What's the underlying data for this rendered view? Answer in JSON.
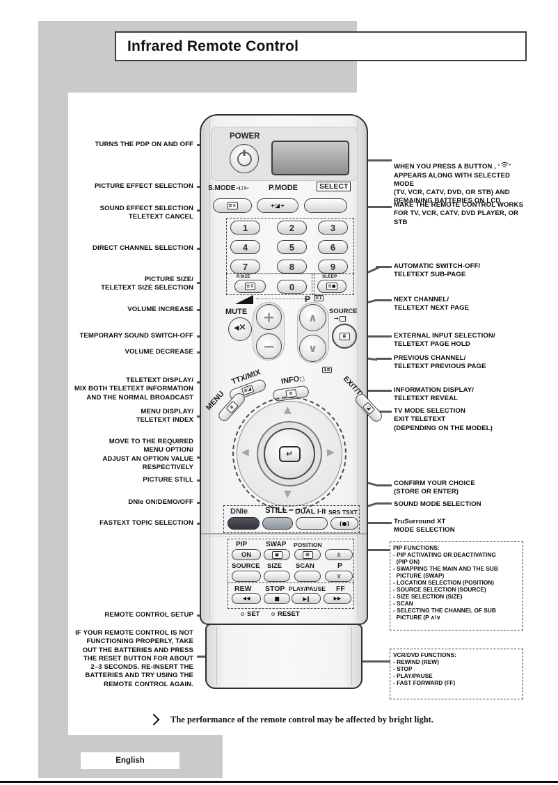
{
  "page": {
    "title": "Infrared Remote Control",
    "note": "The performance of the remote control may be affected by bright light.",
    "footer_lang": "English"
  },
  "left_labels": [
    {
      "text": "TURNS THE PDP ON AND OFF"
    },
    {
      "text": "PICTURE EFFECT SELECTION"
    },
    {
      "text": "SOUND EFFECT SELECTION\nTELETEXT CANCEL"
    },
    {
      "text": "DIRECT CHANNEL SELECTION"
    },
    {
      "text": "PICTURE SIZE/\nTELETEXT SIZE SELECTION"
    },
    {
      "text": "VOLUME INCREASE"
    },
    {
      "text": "TEMPORARY SOUND SWITCH-OFF"
    },
    {
      "text": "VOLUME DECREASE"
    },
    {
      "text": "TELETEXT DISPLAY/\nMIX BOTH TELETEXT INFORMATION\nAND THE NORMAL BROADCAST"
    },
    {
      "text": "MENU DISPLAY/\nTELETEXT INDEX"
    },
    {
      "text": "MOVE TO THE REQUIRED\nMENU OPTION/\nADJUST AN OPTION VALUE\nRESPECTIVELY"
    },
    {
      "text": "PICTURE STILL"
    },
    {
      "text": "DNIe ON/DEMO/OFF"
    },
    {
      "text": "FASTEXT TOPIC SELECTION"
    },
    {
      "text": "REMOTE CONTROL SETUP"
    },
    {
      "text": "IF YOUR REMOTE CONTROL IS NOT\nFUNCTIONING PROPERLY, TAKE\nOUT THE BATTERIES AND PRESS\nTHE RESET BUTTON FOR ABOUT\n2–3 SECONDS. RE-INSERT THE\nBATTERIES AND TRY  USING THE\nREMOTE CONTROL AGAIN."
    }
  ],
  "right_labels": {
    "r0_line1": "WHEN YOU PRESS A BUTTON , ‘",
    "r0_suffix": "’",
    "r0_rest": "APPEARS ALONG WITH SELECTED MODE\n(TV, VCR, CATV, DVD, OR STB) AND\nREMAINING BATTERIES ON LCD",
    "r1": "MAKE THE REMOTE CONTROL WORKS\nFOR TV, VCR, CATV, DVD PLAYER, OR\nSTB",
    "r2": "AUTOMATIC SWITCH-OFF/\nTELETEXT SUB-PAGE",
    "r3": "NEXT CHANNEL/\nTELETEXT NEXT PAGE",
    "r4": "EXTERNAL INPUT SELECTION/\nTELETEXT PAGE HOLD",
    "r5": "PREVIOUS CHANNEL/\nTELETEXT PREVIOUS PAGE",
    "r6": "INFORMATION DISPLAY/\nTELETEXT REVEAL",
    "r7": "TV MODE SELECTION\nEXIT TELETEXT\n(DEPENDING ON THE MODEL)",
    "r8": "CONFIRM YOUR CHOICE\n(STORE OR ENTER)",
    "r9": "SOUND MODE SELECTION",
    "r10": "TruSurround XT\nMODE SELECTION"
  },
  "boxes": {
    "pip": {
      "title": "PIP FUNCTIONS:",
      "body": "- PIP ACTIVATING OR DEACTIVATING\n  (PIP ON)\n- SWAPPING THE MAIN AND THE SUB\n  PICTURE (SWAP)\n- LOCATION SELECTION (POSITION)\n- SOURCE SELECTION (SOURCE)\n- SIZE SELECTION (SIZE)\n- SCAN\n- SELECTING THE CHANNEL OF SUB\n  PICTURE (P ∧/∨"
    },
    "vcr": {
      "title": "VCR/DVD FUNCTIONS:",
      "body": "- REWIND (REW)\n- STOP\n- PLAY/PAUSE\n- FAST FORWARD (FF)"
    }
  },
  "remote": {
    "power": "POWER",
    "smode": "S.MODE",
    "pmode": "P.MODE",
    "select": "SELECT",
    "digits": [
      "1",
      "2",
      "3",
      "4",
      "5",
      "6",
      "7",
      "8",
      "9",
      "0"
    ],
    "psize": "P.SIZE",
    "sleep": "SLEEP",
    "mute": "MUTE",
    "p": "P",
    "source": "SOURCE",
    "ttx": "TTX/MIX",
    "info": "INFO",
    "menu": "MENU",
    "exit": "EXIT/TV",
    "dnie": "DNIe",
    "still": "STILL",
    "dual": "DUAL I-II",
    "srs": "SRS TSXT",
    "pip_label": "PIP",
    "on": "ON",
    "swap": "SWAP",
    "position": "POSITION",
    "source2": "SOURCE",
    "size": "SIZE",
    "scan": "SCAN",
    "p2": "P",
    "rew": "REW",
    "stop": "STOP",
    "play": "PLAY/PAUSE",
    "ff": "FF",
    "set": "SET",
    "reset": "RESET"
  },
  "icons": {
    "smode_notes": "⊣♪⊢",
    "cancel": "≡×",
    "contrast": "+◪+",
    "psize": "≡↕",
    "sleep": "≡●",
    "next_page": "≡1",
    "prev_page": "1≡",
    "hold": "≣",
    "plus": "+",
    "minus": "−",
    "chev_up": "∧",
    "chev_down": "∨",
    "ttx": "≡◪",
    "reveal": "□",
    "info": "≡",
    "menu": "≡",
    "exit": "◪",
    "enter": "↵",
    "srs": "(●)",
    "swap": "▣",
    "position": "⊞",
    "rew": "◀◀",
    "stop": "■",
    "play": "▶‖",
    "ff": "▶▶",
    "up": "▲",
    "down": "▼",
    "left": "◀",
    "right": "▶"
  }
}
